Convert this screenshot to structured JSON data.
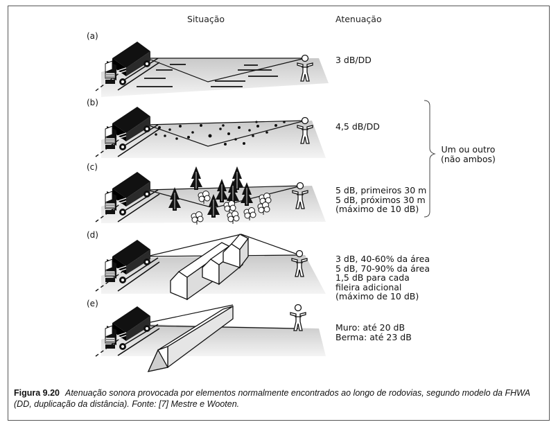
{
  "headers": {
    "situation": "Situação",
    "attenuation": "Atenuação"
  },
  "panels": [
    {
      "label": "(a)",
      "attenuation": [
        "3 dB/DD"
      ]
    },
    {
      "label": "(b)",
      "attenuation": [
        "4,5 dB/DD"
      ]
    },
    {
      "label": "(c)",
      "attenuation": [
        "5 dB, primeiros 30 m",
        "5 dB, próximos 30 m",
        "(máximo de 10 dB)"
      ]
    },
    {
      "label": "(d)",
      "attenuation": [
        "3 dB, 40-60% da área",
        "5 dB, 70-90% da área",
        "1,5 dB para cada",
        "fileira adicional",
        "(máximo de 10 dB)"
      ]
    },
    {
      "label": "(e)",
      "attenuation": [
        "Muro: até 20 dB",
        "Berma: até 23 dB"
      ]
    }
  ],
  "bracket_note": [
    "Um ou outro",
    "(não ambos)"
  ],
  "caption": {
    "figure": "Figura 9.20",
    "text": "Atenuação sonora provocada por elementos normalmente encontrados ao longo de rodovias, segundo modelo da FHWA (DD, duplicação da distância). Fonte: [7] Mestre e Wooten."
  },
  "colors": {
    "ground": "#c9c9c9",
    "ground_light": "#efefef",
    "ink": "#111111"
  }
}
